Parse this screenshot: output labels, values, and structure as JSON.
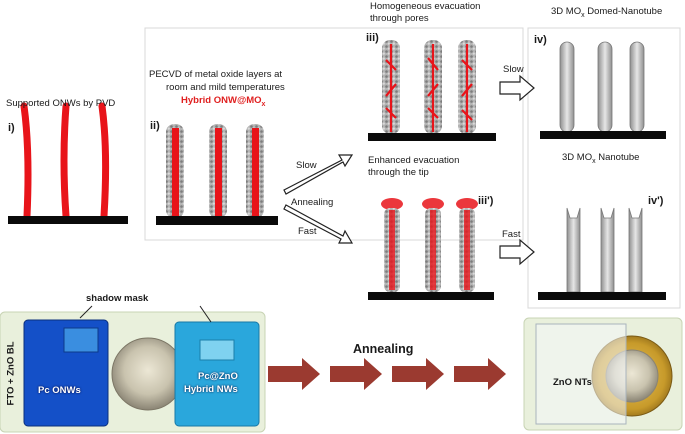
{
  "labels": {
    "supported": "Supported ONWs by PVD",
    "step_i": "i)",
    "pecvd_line1": "PECVD of metal oxide layers at",
    "pecvd_line2": "room and mild temperatures",
    "hybrid": "Hybrid ONW@MO",
    "hybrid_sub": "x",
    "step_ii": "ii)",
    "homog_line1": "Homogeneous evacuation",
    "homog_line2": "through pores",
    "step_iii": "iii)",
    "domed": "3D MO",
    "domed_sub": "x",
    "domed_tail": " Domed-Nanotube",
    "step_iv": "iv)",
    "slow_top": "Slow",
    "slow_mid": "Slow",
    "annealing_mid": "Annealing",
    "fast_mid": "Fast",
    "enhanced_line1": "Enhanced evacuation",
    "enhanced_line2": "through the tip",
    "step_iii_p": "iii')",
    "nanotube": "3D MO",
    "nanotube_sub": "x",
    "nanotube_tail": " Nanotube",
    "step_iv_p": "iv')",
    "fast_right": "Fast",
    "shadow_mask": "shadow mask",
    "fto": "FTO + ZnO BL",
    "pc_onws": "Pc ONWs",
    "pc_zno_1": "Pc@ZnO",
    "pc_zno_2": "Hybrid NWs",
    "annealing_bottom": "Annealing",
    "zno_nts": "ZnO NTs"
  },
  "colors": {
    "nanowire_red": "#e8141a",
    "shell_gray": "#9a9a9a",
    "substrate": "#0a0a0a",
    "photo_bg": "#e9f0dc",
    "pc_blue": "#1450c8",
    "hybrid_cyan": "#2aa7dc",
    "arrow_brown": "#9b3a30"
  }
}
